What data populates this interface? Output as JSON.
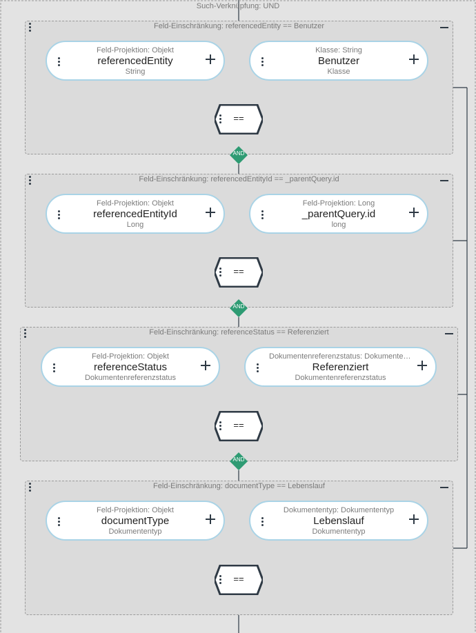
{
  "outer": {
    "title": "Such-Verknüpfung: UND"
  },
  "and_label": "AND",
  "op_label": "==",
  "groups": [
    {
      "title": "Feld-Einschränkung: referencedEntity == Benutzer",
      "left": {
        "sub": "Feld-Projektion: Objekt",
        "main": "referencedEntity",
        "type": "String"
      },
      "right": {
        "sub": "Klasse: String",
        "main": "Benutzer",
        "type": "Klasse"
      }
    },
    {
      "title": "Feld-Einschränkung: referencedEntityId == _parentQuery.id",
      "left": {
        "sub": "Feld-Projektion: Objekt",
        "main": "referencedEntityId",
        "type": "Long"
      },
      "right": {
        "sub": "Feld-Projektion: Long",
        "main": "_parentQuery.id",
        "type": "long"
      }
    },
    {
      "title": "Feld-Einschränkung: referenceStatus == Referenziert",
      "left": {
        "sub": "Feld-Projektion: Objekt",
        "main": "referenceStatus",
        "type": "Dokumentenreferenzstatus"
      },
      "right": {
        "sub": "Dokumentenreferenzstatus: Dokumentenref...",
        "main": "Referenziert",
        "type": "Dokumentenreferenzstatus"
      }
    },
    {
      "title": "Feld-Einschränkung: documentType == Lebenslauf",
      "left": {
        "sub": "Feld-Projektion: Objekt",
        "main": "documentType",
        "type": "Dokumententyp"
      },
      "right": {
        "sub": "Dokumententyp: Dokumententyp",
        "main": "Lebenslauf",
        "type": "Dokumententyp"
      }
    }
  ]
}
